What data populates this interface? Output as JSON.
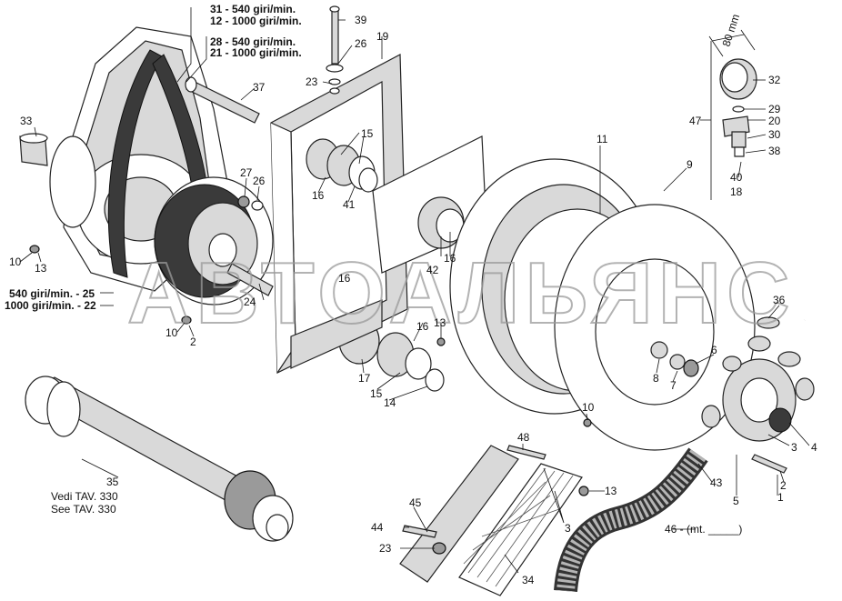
{
  "watermark": "АВТОАЛЬЯНС",
  "dimension": "80 mm",
  "callouts": {
    "c39": "39",
    "c26a": "26",
    "c23a": "23",
    "c19": "19",
    "c37": "37",
    "c33": "33",
    "c27": "27",
    "c26b": "26",
    "c15a": "15",
    "c16a": "16",
    "c41": "41",
    "c11": "11",
    "c9": "9",
    "c47": "47",
    "c32": "32",
    "c29": "29",
    "c20": "20",
    "c30": "30",
    "c38": "38",
    "c40": "40",
    "c18": "18",
    "c10a": "10",
    "c13a": "13",
    "c42": "42",
    "c16b": "16",
    "c16c": "16",
    "c24": "24",
    "c10b": "10",
    "c2a": "2",
    "c13b": "13",
    "c16d": "16",
    "c17": "17",
    "c15b": "15",
    "c14": "14",
    "c36": "36",
    "c6": "6",
    "c8": "8",
    "c7": "7",
    "c10c": "10",
    "c3a": "3",
    "c4": "4",
    "c2b": "2",
    "c1": "1",
    "c5": "5",
    "c43": "43",
    "c48": "48",
    "c13c": "13",
    "c3b": "3",
    "c35": "35",
    "c45": "45",
    "c44": "44",
    "c23b": "23",
    "c34": "34",
    "c46": "46 - (mt. _____)"
  },
  "speed_labels": {
    "l31": "31 - 540 giri/min.",
    "l12": "12 - 1000 giri/min.",
    "l28": "28 - 540 giri/min.",
    "l21": "21 - 1000 giri/min.",
    "l25": "540 giri/min. - 25",
    "l22": "1000 giri/min. - 22"
  },
  "notes": {
    "vedi": "Vedi TAV. 330",
    "see": "See TAV. 330"
  }
}
